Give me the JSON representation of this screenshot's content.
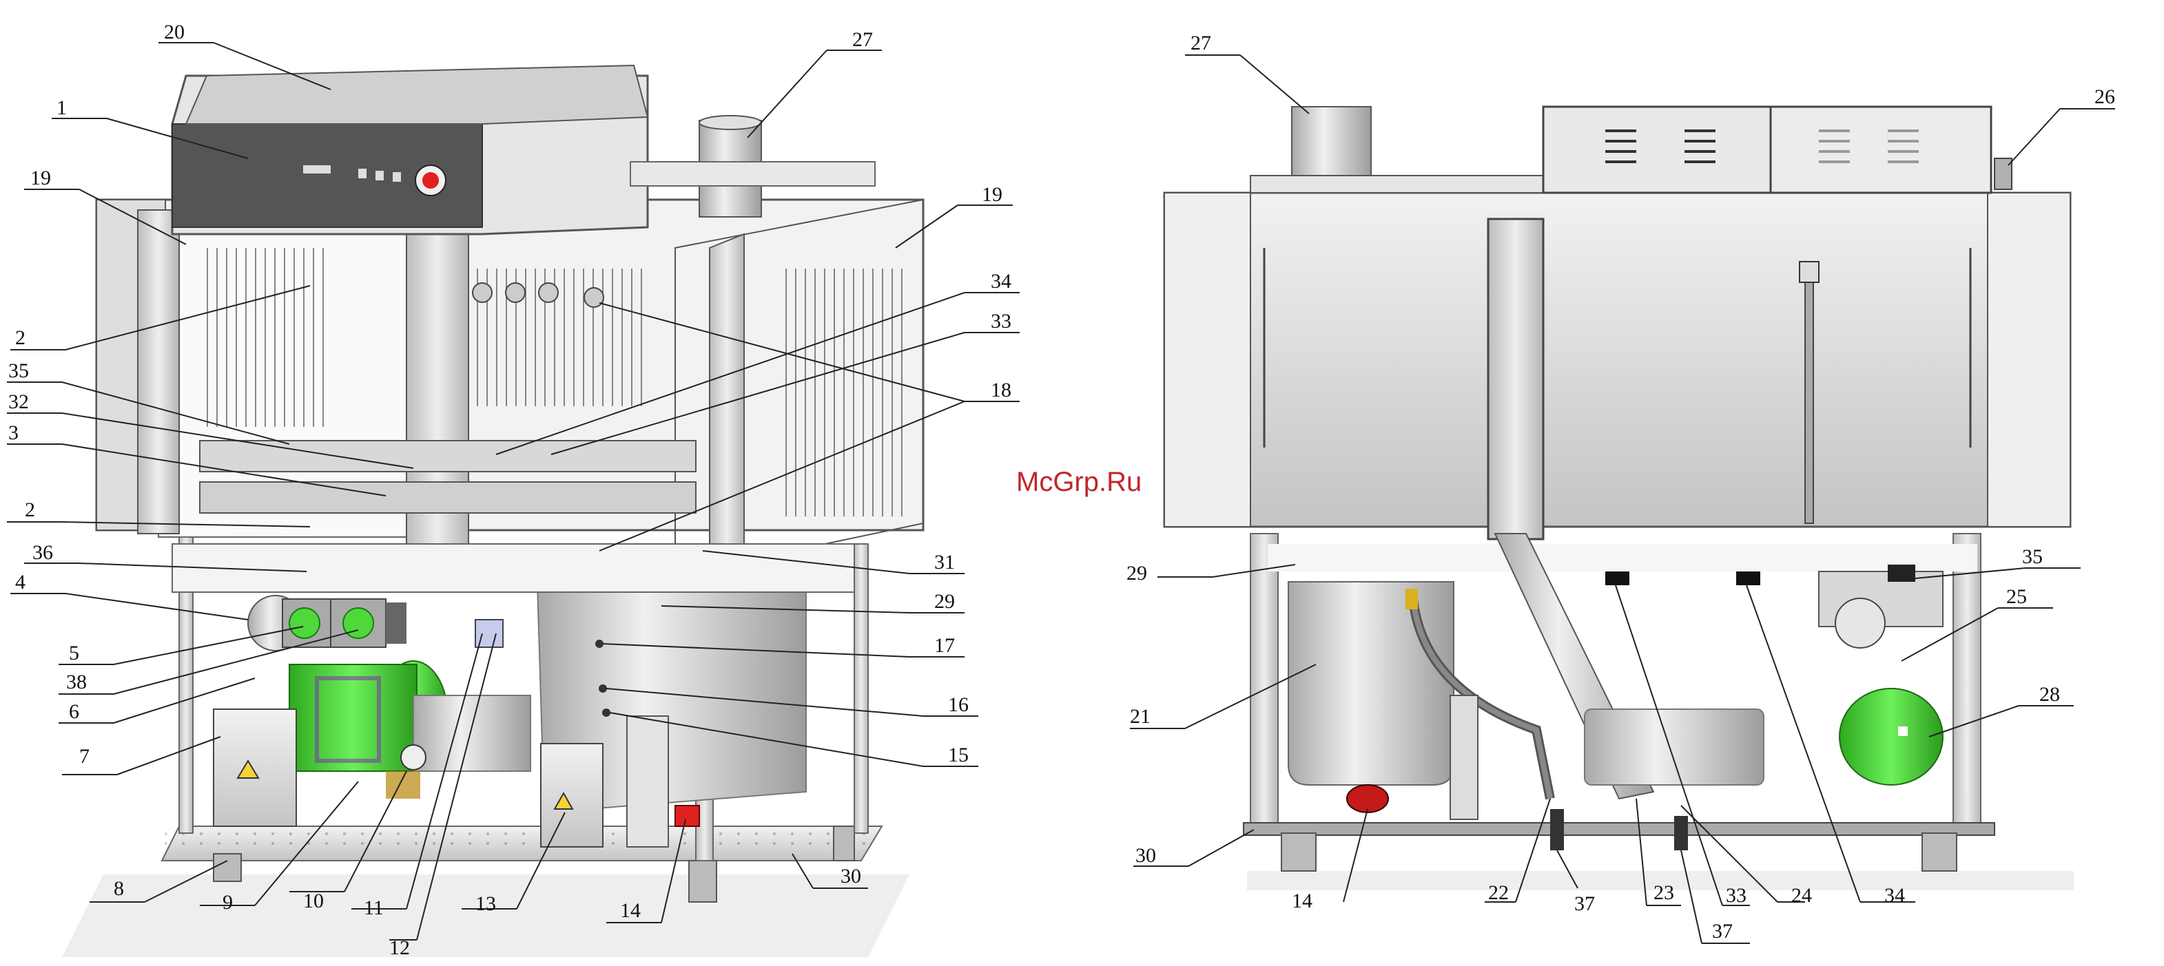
{
  "watermark": "McGrp.Ru",
  "left_view": {
    "callouts": [
      "20",
      "1",
      "27",
      "19",
      "19",
      "2",
      "34",
      "33",
      "35",
      "32",
      "18",
      "3",
      "2",
      "31",
      "36",
      "29",
      "4",
      "17",
      "5",
      "38",
      "16",
      "6",
      "15",
      "7",
      "8",
      "9",
      "10",
      "11",
      "13",
      "14",
      "30",
      "12"
    ]
  },
  "right_view": {
    "callouts": [
      "27",
      "26",
      "29",
      "35",
      "25",
      "21",
      "28",
      "30",
      "14",
      "22",
      "37",
      "23",
      "33",
      "24",
      "34",
      "37"
    ]
  },
  "colors": {
    "steel_light": "#e8e8e8",
    "steel_mid": "#c8c8c8",
    "steel_dark": "#8a8a8a",
    "panel_dark": "#4a4a4a",
    "motor_green": "#4fd83a",
    "alarm_red": "#e02020",
    "watermark": "#c0262c"
  }
}
